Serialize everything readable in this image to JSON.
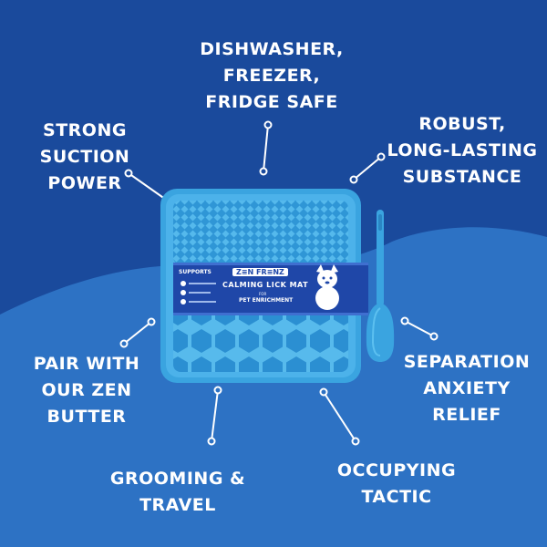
{
  "features": {
    "dishwasher": [
      "DISHWASHER,",
      "FREEZER,",
      "FRIDGE SAFE"
    ],
    "suction": [
      "STRONG",
      "SUCTION",
      "POWER"
    ],
    "robust": [
      "ROBUST,",
      "LONG-LASTING",
      "SUBSTANCE"
    ],
    "pair": [
      "PAIR WITH",
      "OUR ZEN",
      "BUTTER"
    ],
    "separation": [
      "SEPARATION",
      "ANXIETY",
      "RELIEF"
    ],
    "grooming": [
      "GROOMING &",
      "TRAVEL"
    ],
    "occupying": [
      "OCCUPYING",
      "TACTIC"
    ]
  },
  "banner": {
    "brand": "Z≡N FR≡NZ",
    "title": "CALMING LICK MAT",
    "for": "FOR",
    "subtitle": "PET ENRICHMENT",
    "supports": "SUPPORTS"
  },
  "colors": {
    "background_top": "#1a4a9c",
    "background_wave": "#2d72c4",
    "mat": "#3aa4e0",
    "banner": "#1f47a8",
    "text": "#ffffff"
  }
}
